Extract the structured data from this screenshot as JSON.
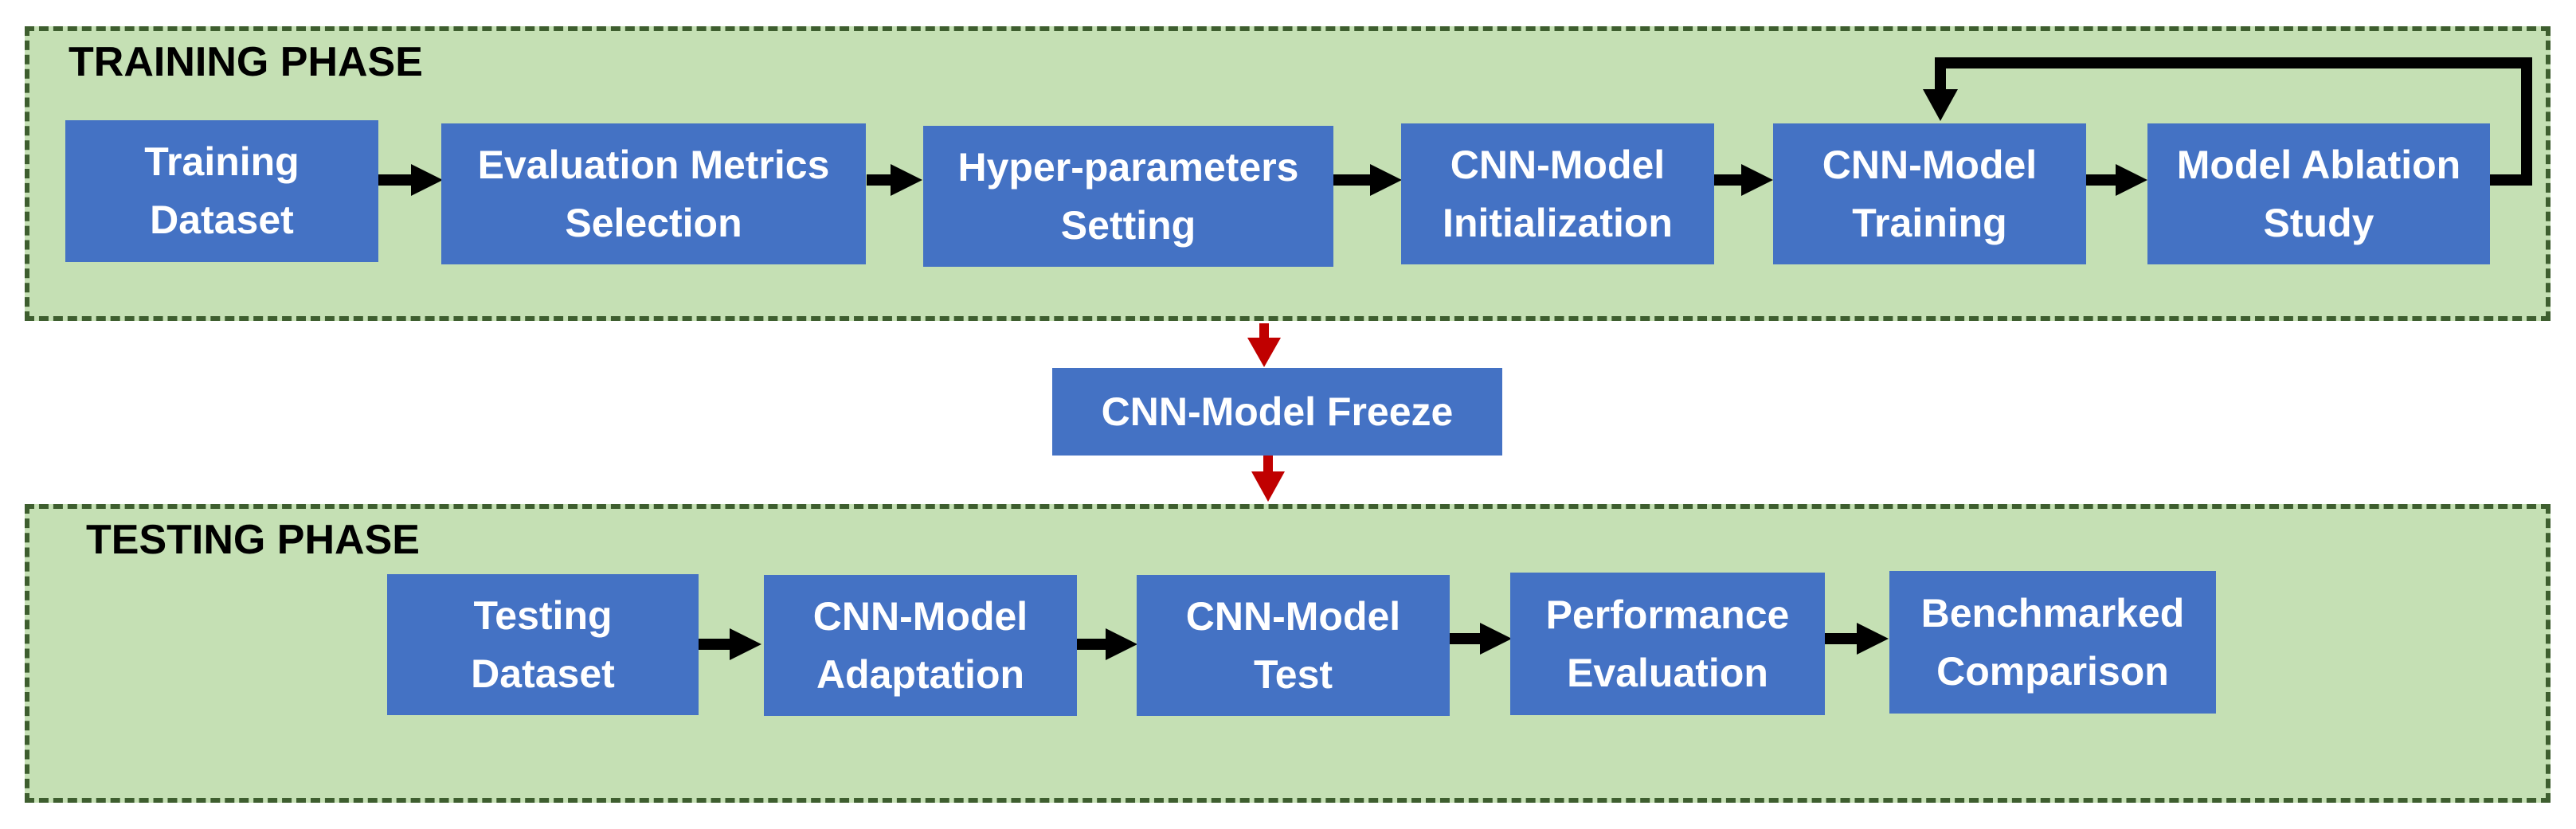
{
  "training": {
    "title": "TRAINING PHASE",
    "steps": [
      {
        "line1": "Training",
        "line2": "Dataset"
      },
      {
        "line1": "Evaluation Metrics",
        "line2": "Selection"
      },
      {
        "line1": "Hyper-parameters",
        "line2": "Setting"
      },
      {
        "line1": "CNN-Model",
        "line2": "Initialization"
      },
      {
        "line1": "CNN-Model",
        "line2": "Training"
      },
      {
        "line1": "Model Ablation",
        "line2": "Study"
      }
    ]
  },
  "freeze": {
    "label": "CNN-Model Freeze"
  },
  "testing": {
    "title": "TESTING PHASE",
    "steps": [
      {
        "line1": "Testing",
        "line2": "Dataset"
      },
      {
        "line1": "CNN-Model",
        "line2": "Adaptation"
      },
      {
        "line1": "CNN-Model",
        "line2": "Test"
      },
      {
        "line1": "Performance",
        "line2": "Evaluation"
      },
      {
        "line1": "Benchmarked",
        "line2": "Comparison"
      }
    ]
  },
  "colors": {
    "phase_background": "#c5e0b4",
    "phase_border": "#3e5e2f",
    "box_fill": "#4472c4",
    "box_text": "#ffffff",
    "flow_arrow": "#000000",
    "transition_arrow": "#c00000"
  }
}
